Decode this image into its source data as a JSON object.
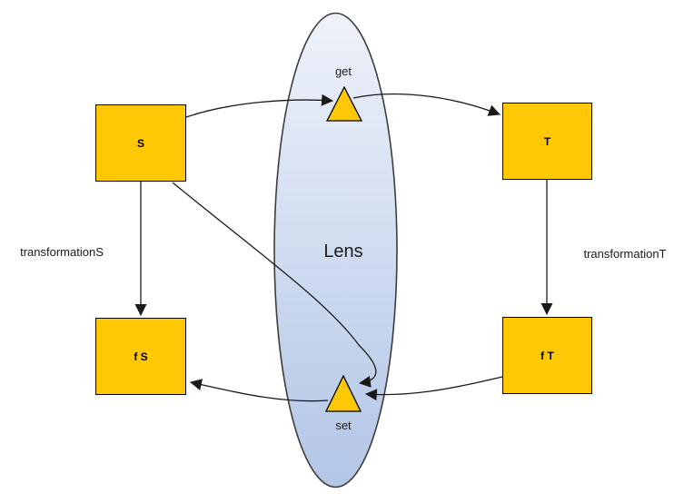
{
  "diagram": {
    "title": "Lens",
    "nodes": {
      "source": "S",
      "target": "T",
      "f_source": "f S",
      "f_target": "f T"
    },
    "functions": {
      "get_label": "get",
      "set_label": "set"
    },
    "edge_labels": {
      "transformation_s": "transformationS",
      "transformation_t": "transformationT"
    },
    "colors": {
      "node_fill": "#ffc805",
      "node_border": "#000000",
      "lens_gradient_top": "#eef2fa",
      "lens_gradient_bottom": "#b2c6e6",
      "lens_border": "#3c3c3c",
      "edge_line": "#1a1a1a"
    }
  }
}
